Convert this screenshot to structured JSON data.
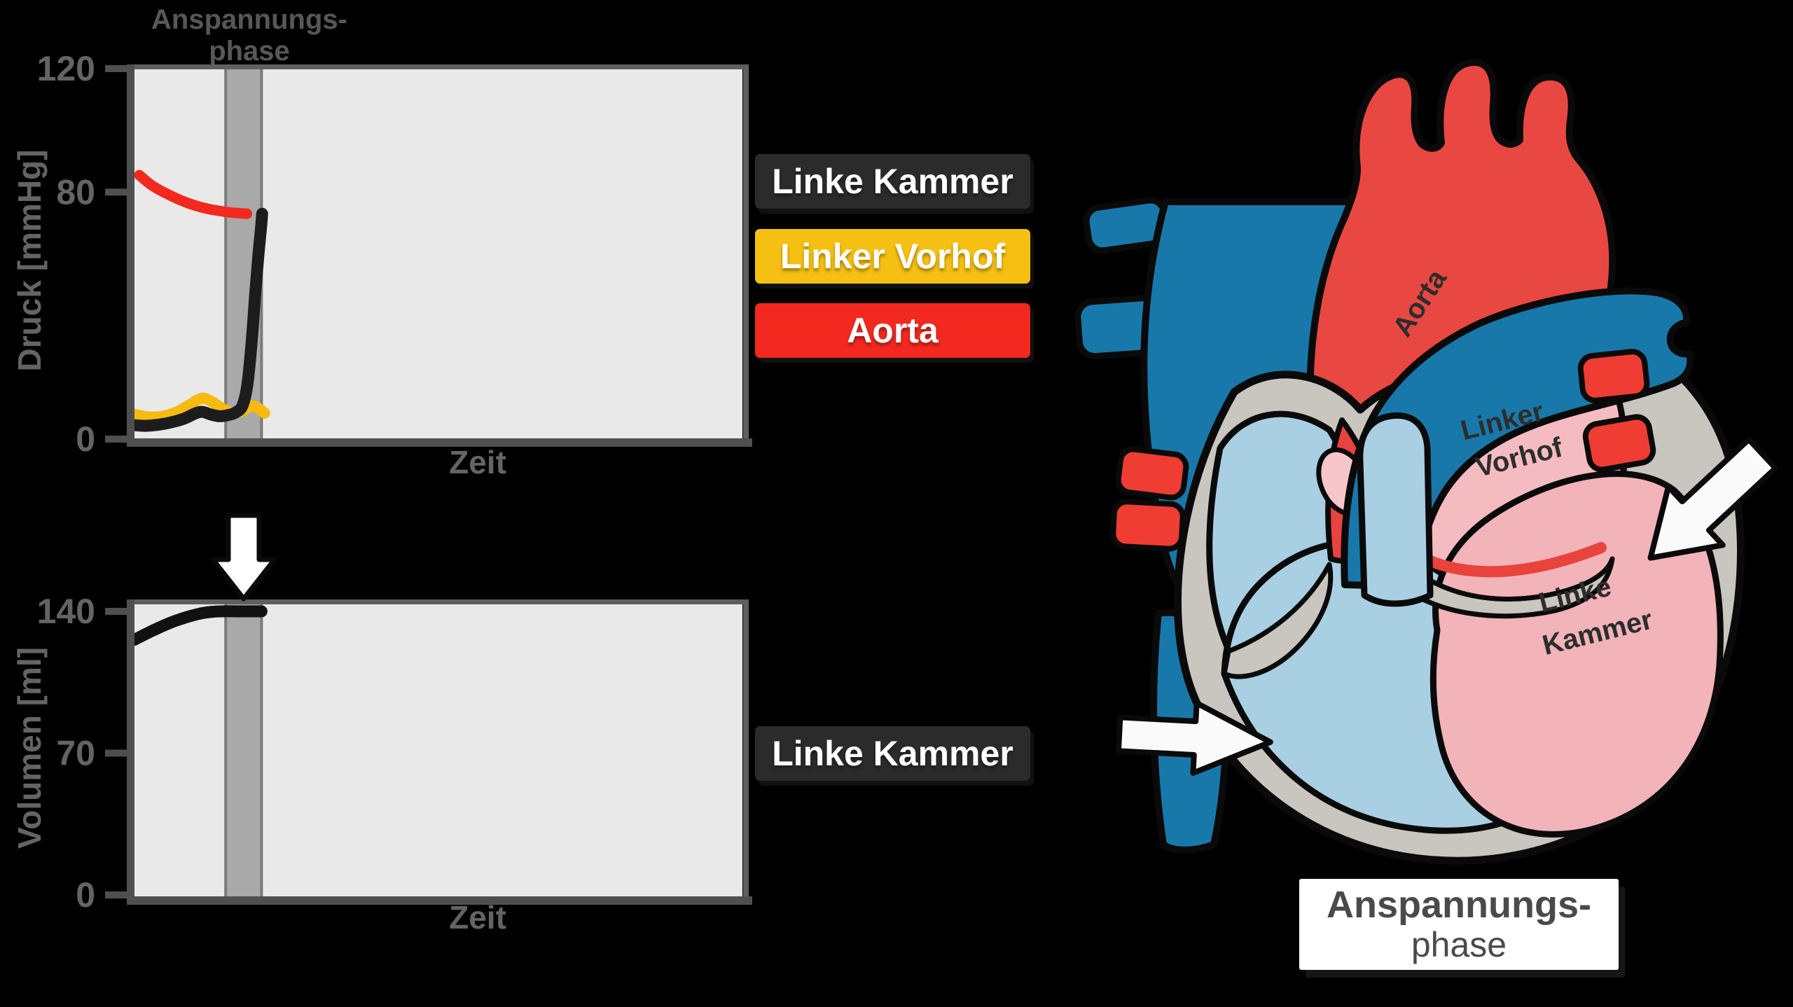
{
  "background_color": "#000000",
  "phase": {
    "chart_title": {
      "line1": "Anspannungs-",
      "line2": "phase"
    },
    "heart_caption": {
      "line1": "Anspannungs-",
      "line2": "phase"
    }
  },
  "legend": {
    "pressure": [
      {
        "label": "Linke Kammer",
        "bg": "#2b2b2b",
        "text_color": "#ffffff"
      },
      {
        "label": "Linker Vorhof",
        "bg": "#f5c011",
        "text_color": "#ffffff"
      },
      {
        "label": "Aorta",
        "bg": "#f3281f",
        "text_color": "#ffffff"
      }
    ],
    "volume": [
      {
        "label": "Linke Kammer",
        "bg": "#2b2b2b",
        "text_color": "#ffffff"
      }
    ]
  },
  "chart_style": {
    "plot_bg": "#e9e9e9",
    "band_fill": "#a9a9a9",
    "band_edge": "#7b7b7b",
    "axis_dark": "#4f4f4f",
    "frame_light": "#5f5f5f",
    "label_color": "#646464"
  },
  "chart_data": [
    {
      "id": "pressure",
      "type": "line",
      "title": "",
      "ylabel": "Druck [mmHg]",
      "xlabel": "Zeit",
      "yticks": [
        120,
        80,
        0
      ],
      "ylim": [
        0,
        120
      ],
      "xlim": [
        0,
        1
      ],
      "grid": false,
      "legend_position": "right",
      "phase_band": {
        "x0": 0.15,
        "x1": 0.209,
        "label": "Anspannungsphase"
      },
      "series": [
        {
          "name": "Aorta",
          "color": "#f3281f",
          "width": 15,
          "points": [
            [
              0.008,
              85.5
            ],
            [
              0.03,
              82
            ],
            [
              0.06,
              78.8
            ],
            [
              0.09,
              76.3
            ],
            [
              0.12,
              74.6
            ],
            [
              0.15,
              73.6
            ],
            [
              0.17,
              73.2
            ],
            [
              0.185,
              73
            ]
          ]
        },
        {
          "name": "Linker Vorhof",
          "color": "#f5bb10",
          "width": 16,
          "points": [
            [
              0.0,
              8
            ],
            [
              0.02,
              7.2
            ],
            [
              0.045,
              7.3
            ],
            [
              0.07,
              8.8
            ],
            [
              0.09,
              11
            ],
            [
              0.105,
              12.8
            ],
            [
              0.115,
              13.2
            ],
            [
              0.13,
              11.8
            ],
            [
              0.145,
              9.8
            ],
            [
              0.158,
              8.6
            ],
            [
              0.17,
              8.6
            ],
            [
              0.183,
              9.8
            ],
            [
              0.193,
              10.8
            ],
            [
              0.202,
              10.2
            ],
            [
              0.209,
              9.2
            ],
            [
              0.214,
              8.4
            ]
          ]
        },
        {
          "name": "Linke Kammer",
          "color": "#1c1c1c",
          "width": 17,
          "points": [
            [
              0.0,
              4.5
            ],
            [
              0.02,
              4.3
            ],
            [
              0.05,
              5
            ],
            [
              0.08,
              6.5
            ],
            [
              0.1,
              8.3
            ],
            [
              0.112,
              8.8
            ],
            [
              0.125,
              8
            ],
            [
              0.14,
              7.4
            ],
            [
              0.155,
              7.8
            ],
            [
              0.168,
              8.8
            ],
            [
              0.178,
              11
            ],
            [
              0.186,
              18
            ],
            [
              0.193,
              32
            ],
            [
              0.199,
              48
            ],
            [
              0.204,
              60
            ],
            [
              0.208,
              68
            ],
            [
              0.21,
              73
            ]
          ]
        }
      ]
    },
    {
      "id": "volume",
      "type": "line",
      "title": "",
      "ylabel": "Volumen [ml]",
      "xlabel": "Zeit",
      "yticks": [
        140,
        70,
        0
      ],
      "ylim": [
        0,
        145
      ],
      "xlim": [
        0,
        1
      ],
      "grid": false,
      "legend_position": "right",
      "phase_band": {
        "x0": 0.15,
        "x1": 0.209,
        "label": "Anspannungsphase"
      },
      "series": [
        {
          "name": "Linke Kammer",
          "color": "#111111",
          "width": 17,
          "points": [
            [
              0.0,
              126
            ],
            [
              0.03,
              130.5
            ],
            [
              0.06,
              134.5
            ],
            [
              0.09,
              137.5
            ],
            [
              0.115,
              139.3
            ],
            [
              0.14,
              140
            ],
            [
              0.17,
              140
            ],
            [
              0.209,
              140
            ]
          ]
        }
      ]
    }
  ],
  "heart": {
    "labels": {
      "aorta": "Aorta",
      "left_atrium_line1": "Linker",
      "left_atrium_line2": "Vorhof",
      "left_ventricle_line1": "Linke",
      "left_ventricle_line2": "Kammer"
    },
    "colors": {
      "aorta_red": "#e94742",
      "vein_blue": "#1878aa",
      "right_chambers": "#a8cfe2",
      "left_atrium": "#f4bcc1",
      "left_ventricle": "#f2b3b9",
      "wall_gray": "#c9c5bf",
      "valve_red": "#e8433c",
      "cusp_pink": "#f6c6ca",
      "stub_red": "#ef3d34",
      "outline": "#0a0a0a",
      "arrow_white": "#fafafa"
    }
  },
  "icons": {
    "phase_marker": "down-arrow-icon",
    "inflow_left": "right-pointing-arrow-icon",
    "inflow_right": "down-left-pointing-arrow-icon"
  }
}
